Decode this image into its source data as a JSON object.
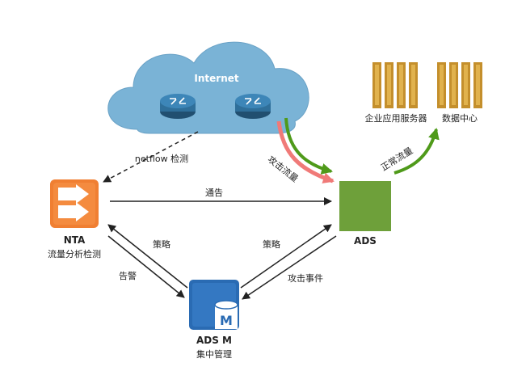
{
  "cloud": {
    "label": "Internet"
  },
  "servers": {
    "enterprise": {
      "label": "企业应用服务器"
    },
    "datacenter": {
      "label": "数据中心"
    }
  },
  "nodes": {
    "nta": {
      "title": "NTA",
      "subtitle": "流量分析检测"
    },
    "ads": {
      "title": "ADS"
    },
    "adsm": {
      "title": "ADS M",
      "subtitle": "集中管理",
      "badge": "M"
    }
  },
  "edges": {
    "netflow": "netflow 检测",
    "attack_traffic": "攻击流量",
    "normal_traffic": "正常流量",
    "notify": "通告",
    "policy_left": "策略",
    "policy_right": "策略",
    "alarm": "告警",
    "attack_event": "攻击事件"
  },
  "colors": {
    "cloud": "#7ab3d6",
    "router": "#2f6f9a",
    "nta": "#f07f32",
    "ads": "#6ea03a",
    "adsm": "#2a6bb3",
    "server": "#d9a63c",
    "attack_arrow": "#f07a78",
    "normal_arrow": "#4f9a1a"
  }
}
